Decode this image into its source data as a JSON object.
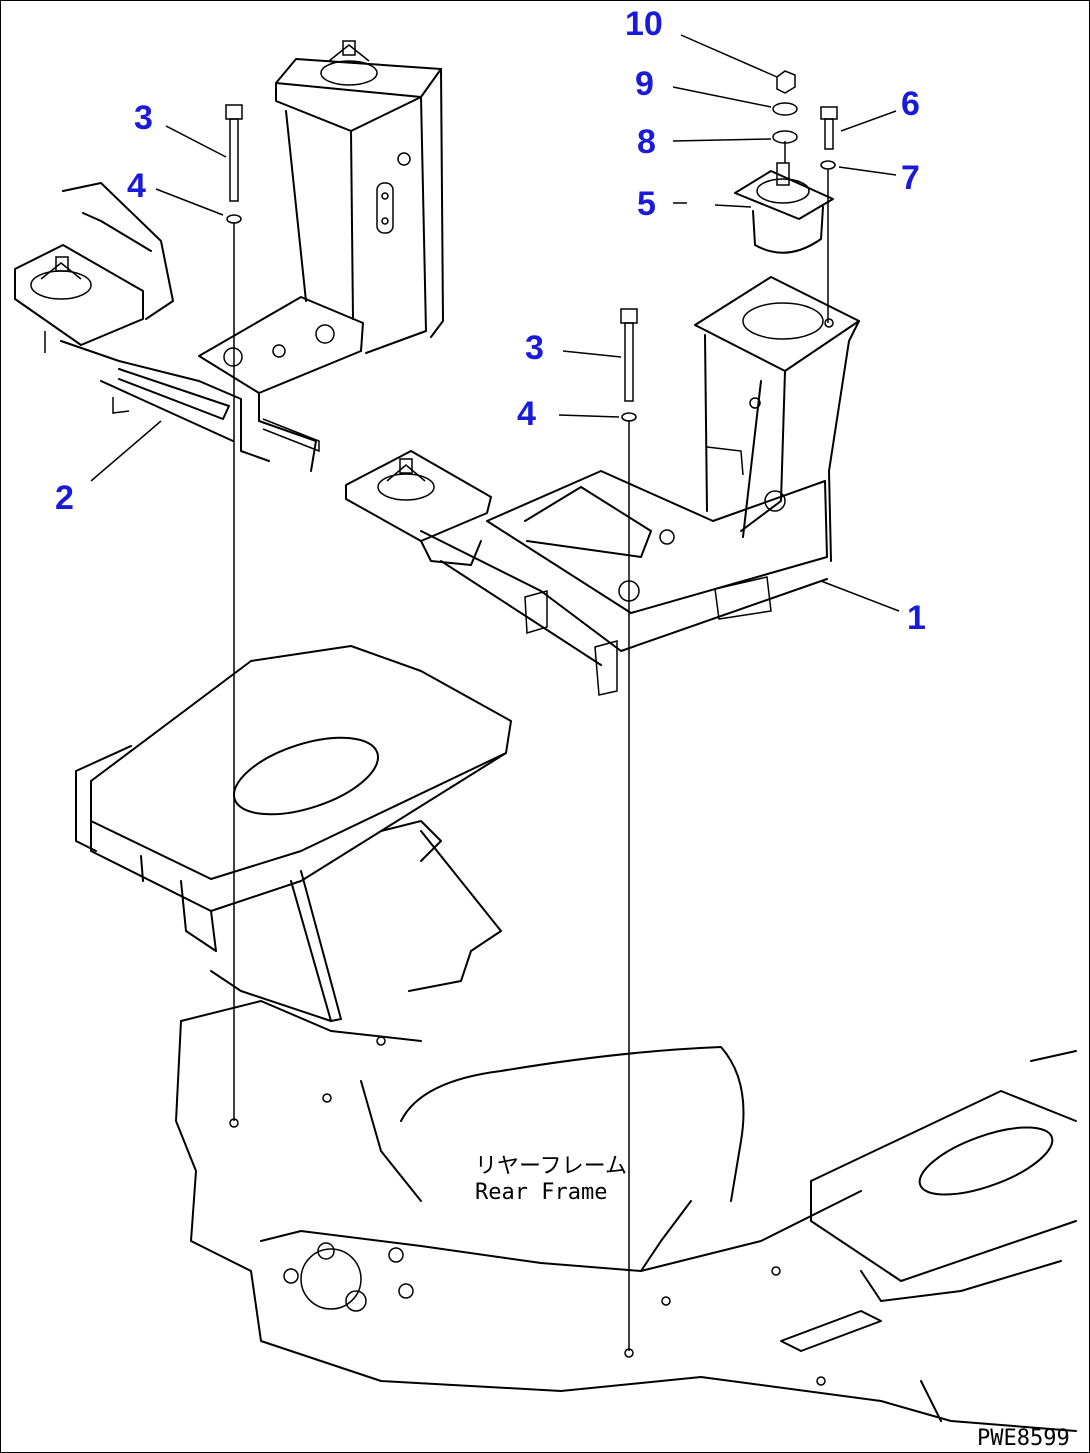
{
  "callouts": [
    {
      "id": "c10",
      "label": "10"
    },
    {
      "id": "c9",
      "label": "9"
    },
    {
      "id": "c8",
      "label": "8"
    },
    {
      "id": "c6",
      "label": "6"
    },
    {
      "id": "c7",
      "label": "7"
    },
    {
      "id": "c5",
      "label": "5"
    },
    {
      "id": "c3a",
      "label": "3"
    },
    {
      "id": "c4a",
      "label": "4"
    },
    {
      "id": "c2",
      "label": "2"
    },
    {
      "id": "c3b",
      "label": "3"
    },
    {
      "id": "c4b",
      "label": "4"
    },
    {
      "id": "c1",
      "label": "1"
    }
  ],
  "frame_label_jp": "リヤーフレーム",
  "frame_label_en": "Rear Frame",
  "drawing_code": "PWE8599",
  "colors": {
    "callout": "#1a1adb",
    "line": "#000000"
  }
}
